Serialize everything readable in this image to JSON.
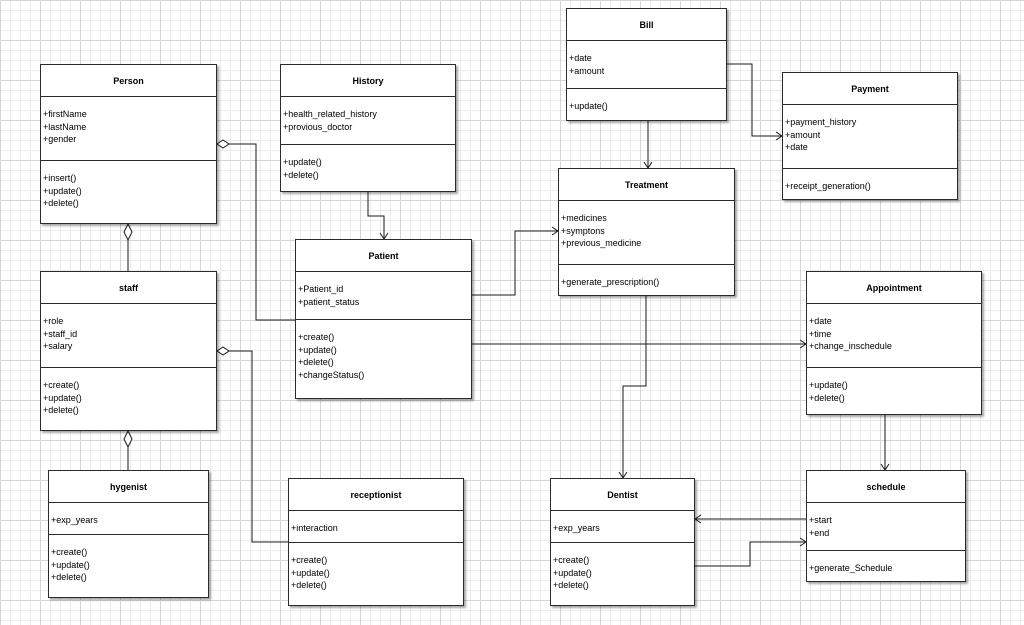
{
  "classes": {
    "bill": {
      "name": "Bill",
      "attributes": [
        "+date",
        "+amount"
      ],
      "methods": [
        "+update()"
      ]
    },
    "payment": {
      "name": "Payment",
      "attributes": [
        "+payment_history",
        "+amount",
        "+date"
      ],
      "methods": [
        "+receipt_generation()"
      ]
    },
    "person": {
      "name": "Person",
      "attributes": [
        "+firstName",
        "+lastName",
        "+gender"
      ],
      "methods": [
        "+insert()",
        "+update()",
        "+delete()"
      ]
    },
    "history": {
      "name": "History",
      "attributes": [
        "+health_related_history",
        "+provious_doctor"
      ],
      "methods": [
        "+update()",
        "+delete()"
      ]
    },
    "treatment": {
      "name": "Treatment",
      "attributes": [
        "+medicines",
        "+symptons",
        "+previous_medicine"
      ],
      "methods": [
        "+generate_prescription()"
      ]
    },
    "patient": {
      "name": "Patient",
      "attributes": [
        "+Patient_id",
        "+patient_status"
      ],
      "methods": [
        "+create()",
        "+update()",
        "+delete()",
        "+changeStatus()"
      ]
    },
    "staff": {
      "name": "staff",
      "attributes": [
        "+role",
        "+staff_id",
        "+salary"
      ],
      "methods": [
        "+create()",
        "+update()",
        "+delete()"
      ]
    },
    "appointment": {
      "name": "Appointment",
      "attributes": [
        "+date",
        "+time",
        "+change_inschedule"
      ],
      "methods": [
        "+update()",
        "+delete()"
      ]
    },
    "hygenist": {
      "name": "hygenist",
      "attributes": [
        "+exp_years"
      ],
      "methods": [
        "+create()",
        "+update()",
        "+delete()"
      ]
    },
    "receptionist": {
      "name": "receptionist",
      "attributes": [
        "+interaction"
      ],
      "methods": [
        "+create()",
        "+update()",
        "+delete()"
      ]
    },
    "dentist": {
      "name": "Dentist",
      "attributes": [
        "+exp_years"
      ],
      "methods": [
        "+create()",
        "+update()",
        "+delete()"
      ]
    },
    "schedule": {
      "name": "schedule",
      "attributes": [
        "+start",
        "+end"
      ],
      "methods": [
        "+generate_Schedule"
      ]
    }
  },
  "relationships": [
    {
      "from": "person",
      "to": "staff",
      "kind": "aggregation"
    },
    {
      "from": "staff",
      "to": "hygenist",
      "kind": "aggregation"
    },
    {
      "from": "person",
      "to": "patient",
      "kind": "aggregation"
    },
    {
      "from": "staff",
      "to": "receptionist",
      "kind": "aggregation"
    },
    {
      "from": "history",
      "to": "patient",
      "kind": "association"
    },
    {
      "from": "bill",
      "to": "treatment",
      "kind": "association"
    },
    {
      "from": "bill",
      "to": "payment",
      "kind": "association"
    },
    {
      "from": "patient",
      "to": "treatment",
      "kind": "association"
    },
    {
      "from": "patient",
      "to": "appointment",
      "kind": "association"
    },
    {
      "from": "treatment",
      "to": "dentist",
      "kind": "association"
    },
    {
      "from": "appointment",
      "to": "schedule",
      "kind": "association"
    },
    {
      "from": "schedule",
      "to": "dentist",
      "kind": "association"
    },
    {
      "from": "dentist",
      "to": "schedule",
      "kind": "association"
    }
  ],
  "colors": {
    "border": "#2b2b2b",
    "line": "#1a1a1a",
    "grid": "#d6d6d6"
  }
}
